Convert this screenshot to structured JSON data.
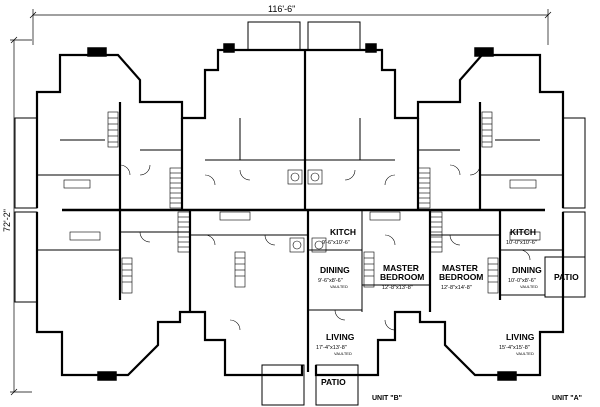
{
  "dimensions": {
    "overall_width": "116'-6\"",
    "overall_depth": "72'-2\""
  },
  "rooms": {
    "kitch_b": {
      "name": "KITCH",
      "size": "9'-6\"x10'-6\""
    },
    "kitch_a": {
      "name": "KITCH",
      "size": "10'-0\"x10'-6\""
    },
    "dining_b": {
      "name": "DINING",
      "size": "9'-6\"x8'-6\"",
      "note": "VAULTED"
    },
    "dining_a": {
      "name": "DINING",
      "size": "10'-0\"x8'-6\"",
      "note": "VAULTED"
    },
    "master_b": {
      "name1": "MASTER",
      "name2": "BEDROOM",
      "size": "12'-8\"x13'-8\""
    },
    "master_a": {
      "name1": "MASTER",
      "name2": "BEDROOM",
      "size": "12'-8\"x14'-8\""
    },
    "living_b": {
      "name": "LIVING",
      "size": "17'-4\"x13'-8\"",
      "note": "VAULTED"
    },
    "living_a": {
      "name": "LIVING",
      "size": "15'-4\"x15'-8\"",
      "note": "VAULTED"
    },
    "patio_right": {
      "name": "PATIO"
    },
    "patio_bottom": {
      "name": "PATIO"
    }
  },
  "units": {
    "b": "UNIT \"B\"",
    "a": "UNIT \"A\""
  }
}
